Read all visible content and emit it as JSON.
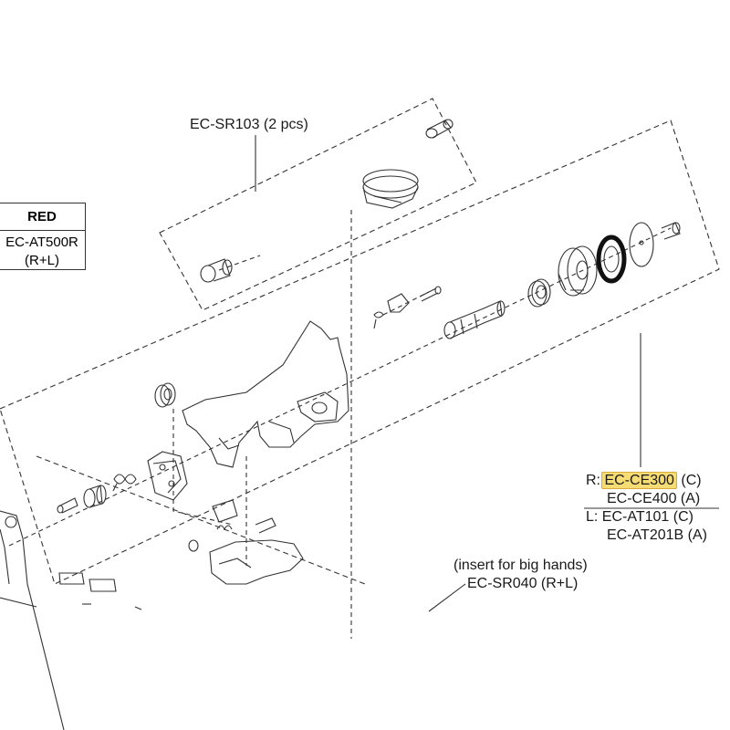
{
  "legend": {
    "header": "RED",
    "line1": "EC-AT500R",
    "line2": "(R+L)"
  },
  "labels": {
    "top": "EC-SR103 (2 pcs)",
    "r_prefix": "R:",
    "r_part1": "EC-CE300",
    "r_part1_suffix": "(C)",
    "r_part2": "EC-CE400 (A)",
    "l_prefix": "L:",
    "l_part1": "EC-AT101 (C)",
    "l_part2": "EC-AT201B (A)",
    "insert_note": "(insert for big hands)",
    "insert_part": "EC-SR040 (R+L)"
  },
  "colors": {
    "line": "#333333",
    "highlight": "#f6dc74"
  }
}
